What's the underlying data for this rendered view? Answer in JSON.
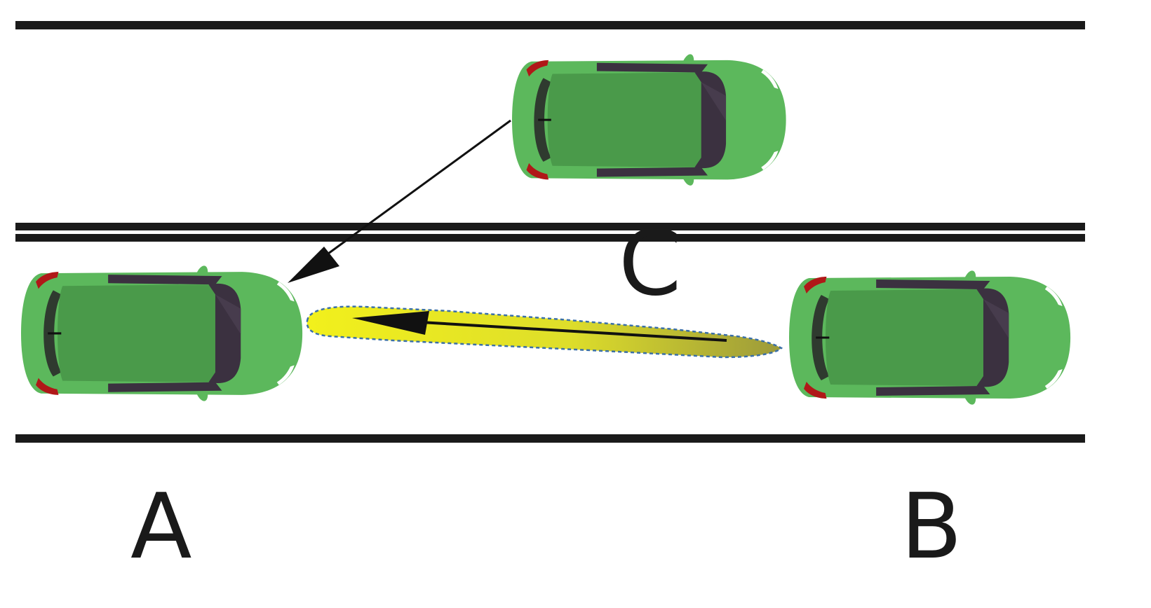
{
  "labels": {
    "a": "A",
    "b": "B",
    "c": "C"
  },
  "colors": {
    "road_line": "#1a1a1a",
    "car_body": "#5cb85c",
    "car_roof": "#4a9a4a",
    "car_window": "#3b3140",
    "tail_light": "#b01818",
    "beam_fill": "#eaea28",
    "beam_outline": "#3a6fa8",
    "arrow": "#111111"
  },
  "icons": {
    "car": "car-top-view-icon"
  }
}
